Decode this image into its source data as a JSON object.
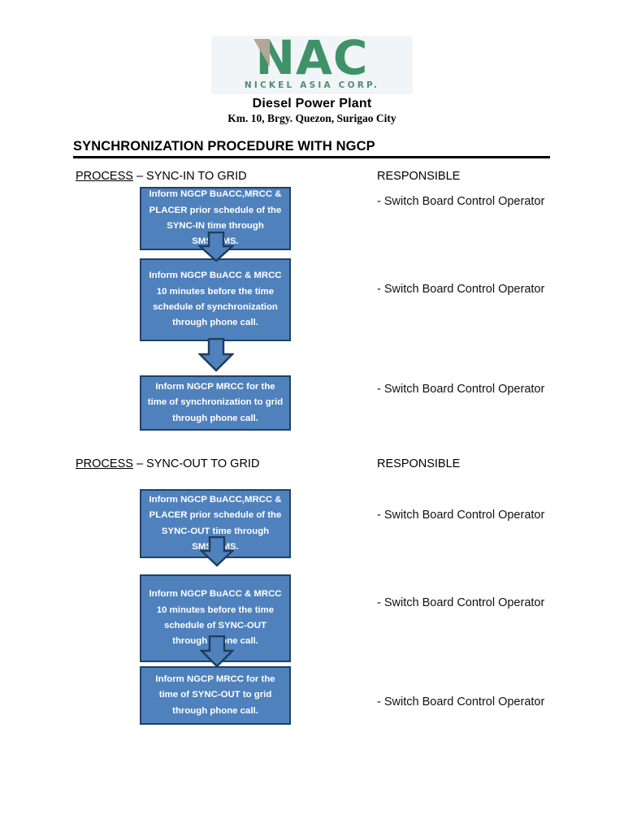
{
  "header": {
    "logo_word": "NAC",
    "logo_tagline": "NICKEL ASIA CORP.",
    "plant_name": "Diesel Power Plant",
    "plant_address": "Km. 10, Brgy. Quezon, Surigao City"
  },
  "document": {
    "title": "SYNCHRONIZATION PROCEDURE WITH NGCP"
  },
  "colors": {
    "box_fill": "#4f81bd",
    "box_border": "#1f4266",
    "logo_green": "#3f9268",
    "logo_tan": "#b3a694"
  },
  "sections": [
    {
      "process_label": "PROCESS",
      "process_rest": " – SYNC-IN TO GRID",
      "responsible_label": "RESPONSIBLE",
      "steps": [
        {
          "text": "Inform NGCP BuACC,MRCC & PLACER prior schedule of the SYNC-IN  time through SMS/MMS.",
          "responsible": "- Switch Board Control Operator"
        },
        {
          "text": "Inform NGCP BuACC & MRCC 10 minutes before the time schedule of synchronization through phone call.",
          "responsible": "- Switch Board Control Operator"
        },
        {
          "text": "Inform NGCP MRCC for the time of synchronization to grid through phone call.",
          "responsible": "- Switch Board Control Operator"
        }
      ]
    },
    {
      "process_label": "PROCESS",
      "process_rest": " – SYNC-OUT TO GRID",
      "responsible_label": "RESPONSIBLE",
      "steps": [
        {
          "text": "Inform NGCP BuACC,MRCC & PLACER prior schedule of the SYNC-OUT  time through SMS/MMS.",
          "responsible": "- Switch Board Control Operator"
        },
        {
          "text": "Inform NGCP BuACC & MRCC 10 minutes before the time schedule of SYNC-OUT through phone call.",
          "responsible": "- Switch Board Control Operator"
        },
        {
          "text": "Inform NGCP MRCC for the time of SYNC-OUT to grid through phone call.",
          "responsible": "- Switch Board Control Operator"
        }
      ]
    }
  ]
}
